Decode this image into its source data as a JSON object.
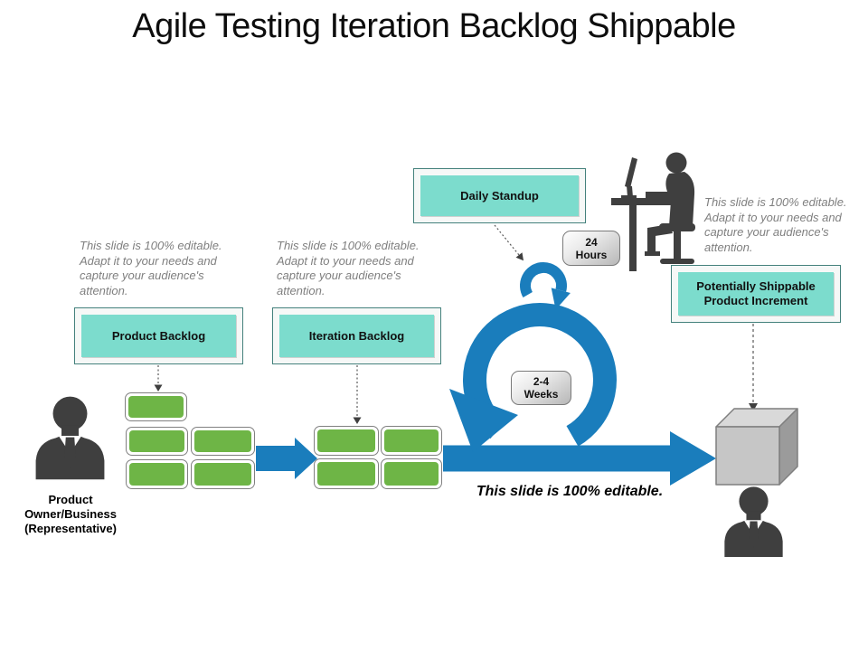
{
  "slide": {
    "title": "Agile Testing Iteration Backlog Shippable",
    "editable_note": "This slide is 100% editable. Adapt it to your needs and capture your audience's attention.",
    "bottom_note": "This slide is 100% editable.",
    "boxes": {
      "daily_standup": "Daily Standup",
      "product_backlog": "Product Backlog",
      "iteration_backlog": "Iteration Backlog",
      "shippable_increment": "Potentially Shippable Product Increment"
    },
    "badges": {
      "hours": {
        "line1": "24",
        "line2": "Hours"
      },
      "weeks": {
        "line1": "2-4",
        "line2": "Weeks"
      }
    },
    "labels": {
      "product_owner": "Product Owner/Business (Representative)"
    },
    "icons": {
      "sprint_loop": "sprint-loop-arrow",
      "flow_arrow": "right-flow-arrow",
      "transfer_arrow": "small-right-arrow",
      "product_owner": "businessman-silhouette",
      "developer": "person-at-desk",
      "stakeholder": "businessman-silhouette",
      "increment": "cube-3d"
    },
    "colors": {
      "arrow_blue": "#1a7dbc",
      "teal_fill": "#7cdccd",
      "box_border": "#44817c",
      "green_fill": "#6eb546",
      "silhouette_gray": "#3f3f3f",
      "note_gray": "#7f7f7f",
      "cube_front": "#c6c6c6",
      "cube_top": "#d9d9d9",
      "cube_side": "#9b9b9b"
    }
  }
}
